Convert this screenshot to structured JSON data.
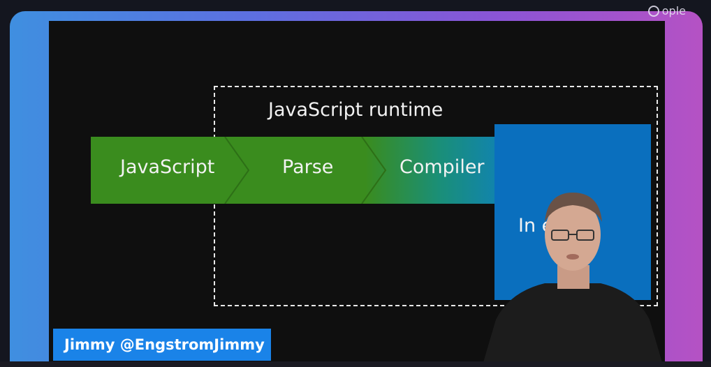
{
  "brand": {
    "label": "ople"
  },
  "slide": {
    "runtime_label": "JavaScript runtime",
    "stages": [
      {
        "label": "JavaScript"
      },
      {
        "label": "Parse"
      },
      {
        "label": "Compiler"
      }
    ],
    "interpreter_label": "In    eter"
  },
  "nameplate": {
    "text": "Jimmy @EngstromJimmy"
  },
  "colors": {
    "frame_start": "#3f8fe0",
    "frame_end": "#b552c4",
    "stage_green": "#3a8c1e",
    "interpreter_blue": "#0a6fbe",
    "nameplate_blue": "#1a83e8"
  }
}
